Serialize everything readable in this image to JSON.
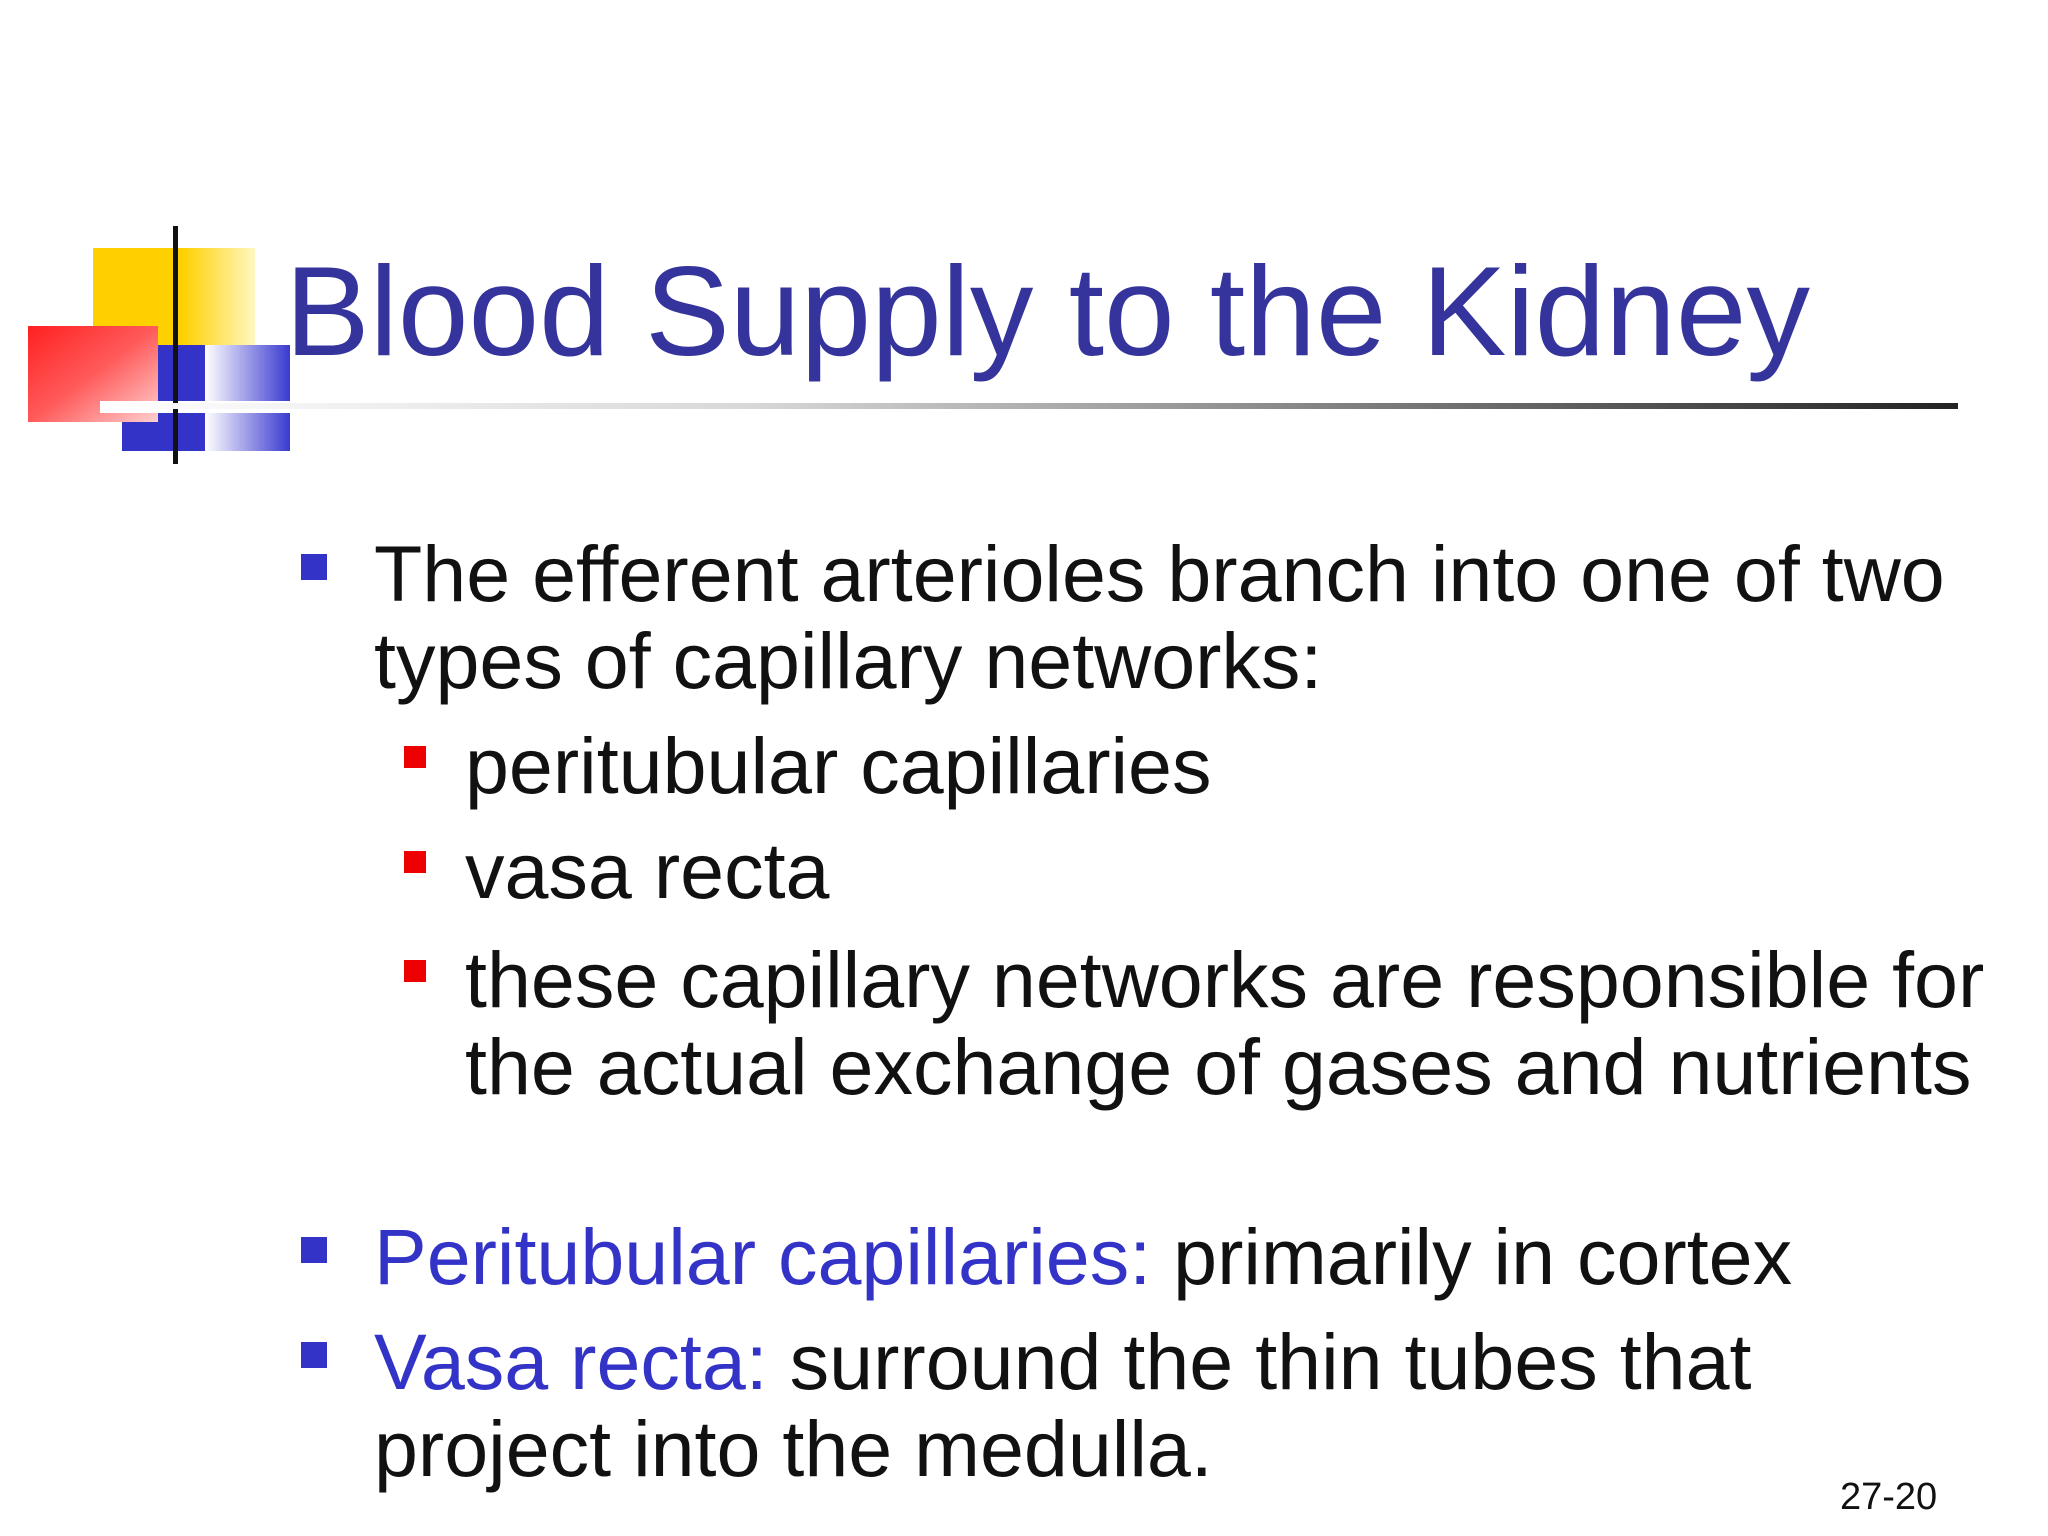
{
  "title": "Blood Supply to the Kidney",
  "bullets": [
    {
      "level": 1,
      "text": "The efferent arterioles branch into one of two types of capillary networks:"
    },
    {
      "level": 2,
      "text": "peritubular capillaries"
    },
    {
      "level": 2,
      "text": "vasa recta"
    },
    {
      "level": 2,
      "text": "these capillary networks are responsible for the actual exchange of gases and nutrients"
    },
    {
      "level": 1,
      "term": "Peritubular capillaries:",
      "text": " primarily in cortex"
    },
    {
      "level": 1,
      "term": "Vasa recta:",
      "text": " surround the thin tubes that project into the medulla."
    }
  ],
  "slide_number": "27-20",
  "colors": {
    "title": "#34349c",
    "accent_blue": "#3333c7",
    "accent_red": "#ee0000",
    "accent_yellow": "#ffd000"
  }
}
